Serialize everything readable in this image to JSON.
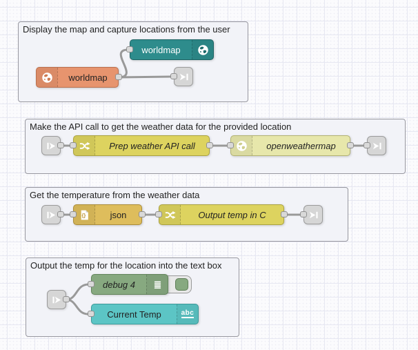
{
  "groups": [
    {
      "label": "Display the map and capture locations from the user",
      "nodes": [
        {
          "type": "worldmap",
          "label": "worldmap"
        },
        {
          "type": "worldmap in",
          "label": "worldmap"
        },
        {
          "type": "link out",
          "label": ""
        }
      ]
    },
    {
      "label": "Make the API call to get the weather data for the provided location",
      "nodes": [
        {
          "type": "link in",
          "label": ""
        },
        {
          "type": "change",
          "label": "Prep weather API call"
        },
        {
          "type": "openweathermap",
          "label": "openweathermap"
        },
        {
          "type": "link out",
          "label": ""
        }
      ]
    },
    {
      "label": "Get the temperature from the weather data",
      "nodes": [
        {
          "type": "link in",
          "label": ""
        },
        {
          "type": "json",
          "label": "json"
        },
        {
          "type": "change",
          "label": "Output temp in C"
        },
        {
          "type": "link out",
          "label": ""
        }
      ]
    },
    {
      "label": "Output the temp for the location into the text box",
      "nodes": [
        {
          "type": "link in",
          "label": ""
        },
        {
          "type": "debug",
          "label": "debug 4",
          "enabled": true
        },
        {
          "type": "ui_text",
          "label": "Current Temp"
        }
      ]
    }
  ],
  "icons": {
    "abc": "abc",
    "json_braces": "{}",
    "names": [
      "globe-icon",
      "shuffle-icon",
      "json-file-icon",
      "debug-list-icon",
      "abc-text-icon",
      "link-in-icon",
      "link-out-icon"
    ]
  },
  "colors": {
    "worldmap": "#e7946e",
    "worldmap_in": "#2e8c8c",
    "change": "#ddd35f",
    "json": "#debd5c",
    "openweathermap": "#e7e7ab",
    "debug": "#87a980",
    "ui_text": "#5cc5c5",
    "wire": "#999999",
    "group_fill": "#f2f3f8",
    "canvas_grid": "#e7e8f2"
  }
}
